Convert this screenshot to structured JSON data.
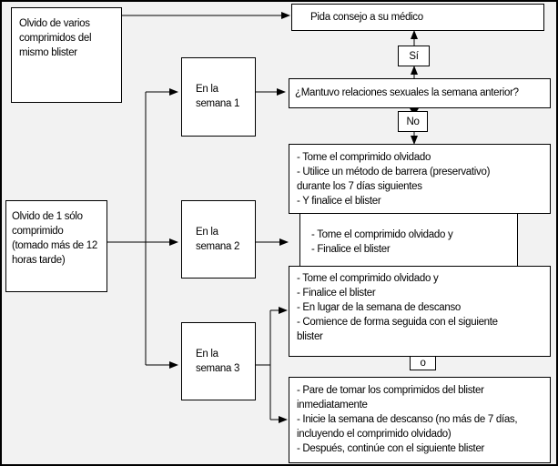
{
  "left": {
    "several": [
      "Olvido de varios",
      "comprimidos del",
      "mismo blister"
    ],
    "single": [
      "Olvido de 1 sólo",
      "comprimido",
      "(tomado más de 12",
      "horas tarde)"
    ]
  },
  "weeks": [
    [
      "En la",
      "semana 1"
    ],
    [
      "En la",
      "semana 2"
    ],
    [
      "En la",
      "semana 3"
    ]
  ],
  "advice": "Pida consejo a su médico",
  "question": "¿Mantuvo relaciones sexuales la semana anterior?",
  "yes": "Sí",
  "no": "No",
  "or": "o",
  "week1_result": [
    "- Tome el comprimido olvidado",
    "- Utilice un método de barrera (preservativo)",
    "durante los 7 días siguientes",
    " - Y finalice el blister"
  ],
  "week2_result": [
    "- Tome el comprimido olvidado y",
    "- Finalice el blister"
  ],
  "week3_option1": [
    "- Tome el comprimido olvidado y",
    "- Finalice el blister",
    "- En lugar de la semana de descanso",
    "- Comience de forma seguida con el siguiente",
    "blister"
  ],
  "week3_option2": [
    "- Pare de tomar los comprimidos del blister",
    "inmediatamente",
    "- Inicie la semana de descanso (no más de 7 días,",
    "incluyendo el comprimido olvidado)",
    "- Después, continúe con el siguiente blister"
  ]
}
